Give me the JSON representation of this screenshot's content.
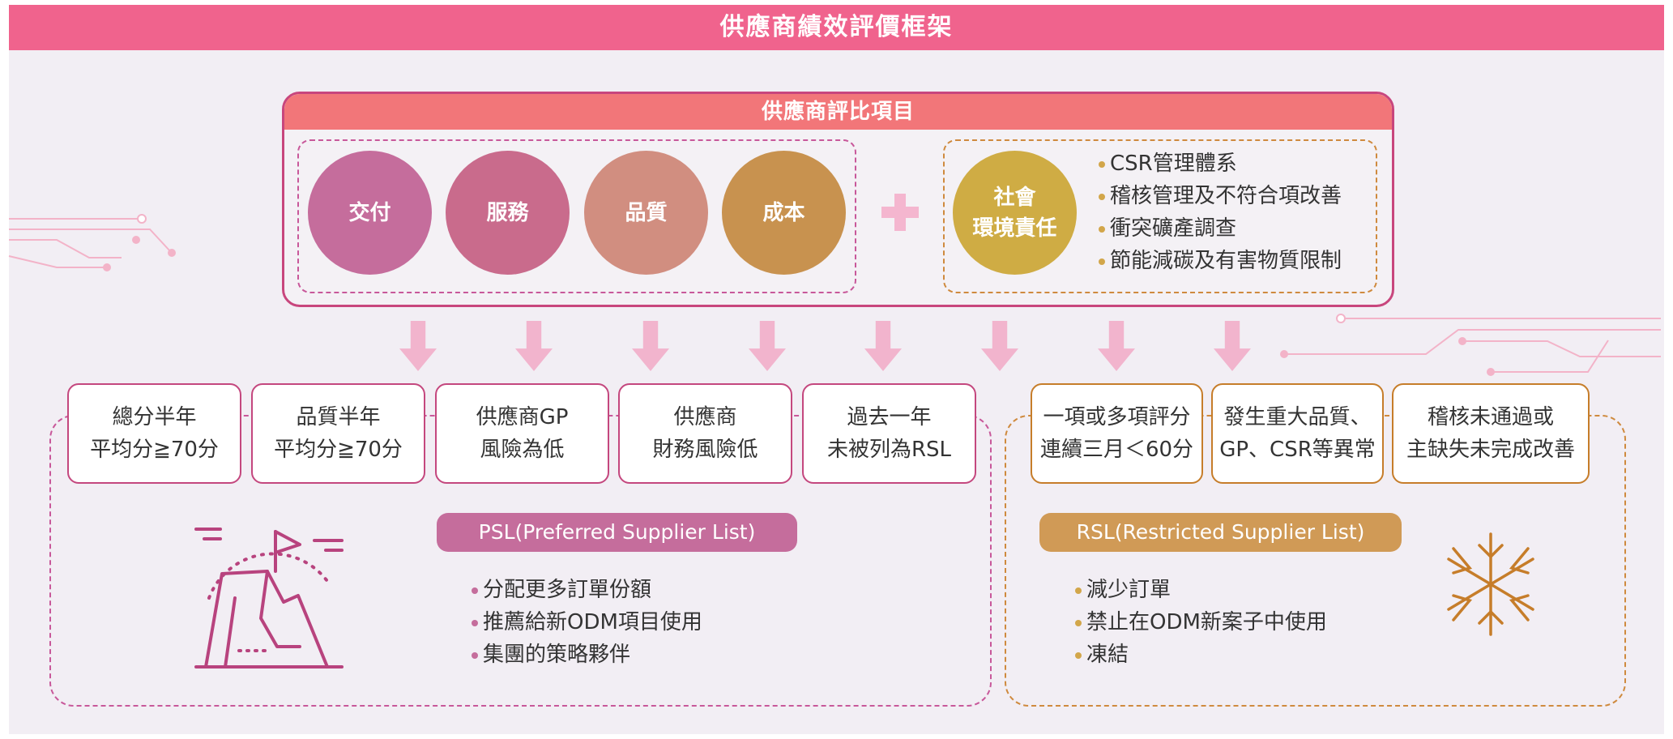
{
  "title": "供應商績效評價框架",
  "evaluation": {
    "header": "供應商評比項目",
    "circles": [
      {
        "label": "交付",
        "color": "#c56d9c"
      },
      {
        "label": "服務",
        "color": "#c96b8c"
      },
      {
        "label": "品質",
        "color": "#d18e80"
      },
      {
        "label": "成本",
        "color": "#c8924f"
      }
    ],
    "csr_circle": {
      "line1": "社會",
      "line2": "環境責任",
      "color": "#cfac44"
    },
    "csr_items": [
      "CSR管理體系",
      "稽核管理及不符合項改善",
      "衝突礦產調查",
      "節能減碳及有害物質限制"
    ]
  },
  "psl": {
    "criteria": [
      {
        "line1": "總分半年",
        "line2": "平均分≧70分"
      },
      {
        "line1": "品質半年",
        "line2": "平均分≧70分"
      },
      {
        "line1": "供應商GP",
        "line2": "風險為低"
      },
      {
        "line1": "供應商",
        "line2": "財務風險低"
      },
      {
        "line1": "過去一年",
        "line2": "未被列為RSL"
      }
    ],
    "label": "PSL(Preferred Supplier List)",
    "color": "#c56d9c",
    "items": [
      "分配更多訂單份額",
      "推薦給新ODM項目使用",
      "集團的策略夥伴"
    ],
    "icon": "mountain-flag-icon"
  },
  "rsl": {
    "criteria": [
      {
        "line1": "一項或多項評分",
        "line2": "連續三月＜60分"
      },
      {
        "line1": "發生重大品質、",
        "line2": "GP、CSR等異常"
      },
      {
        "line1": "稽核未通過或",
        "line2": "主缺失未完成改善"
      }
    ],
    "label": "RSL(Restricted Supplier List)",
    "color": "#d09a56",
    "items": [
      "減少訂單",
      "禁止在ODM新案子中使用",
      "凍結"
    ],
    "icon": "snowflake-icon"
  }
}
